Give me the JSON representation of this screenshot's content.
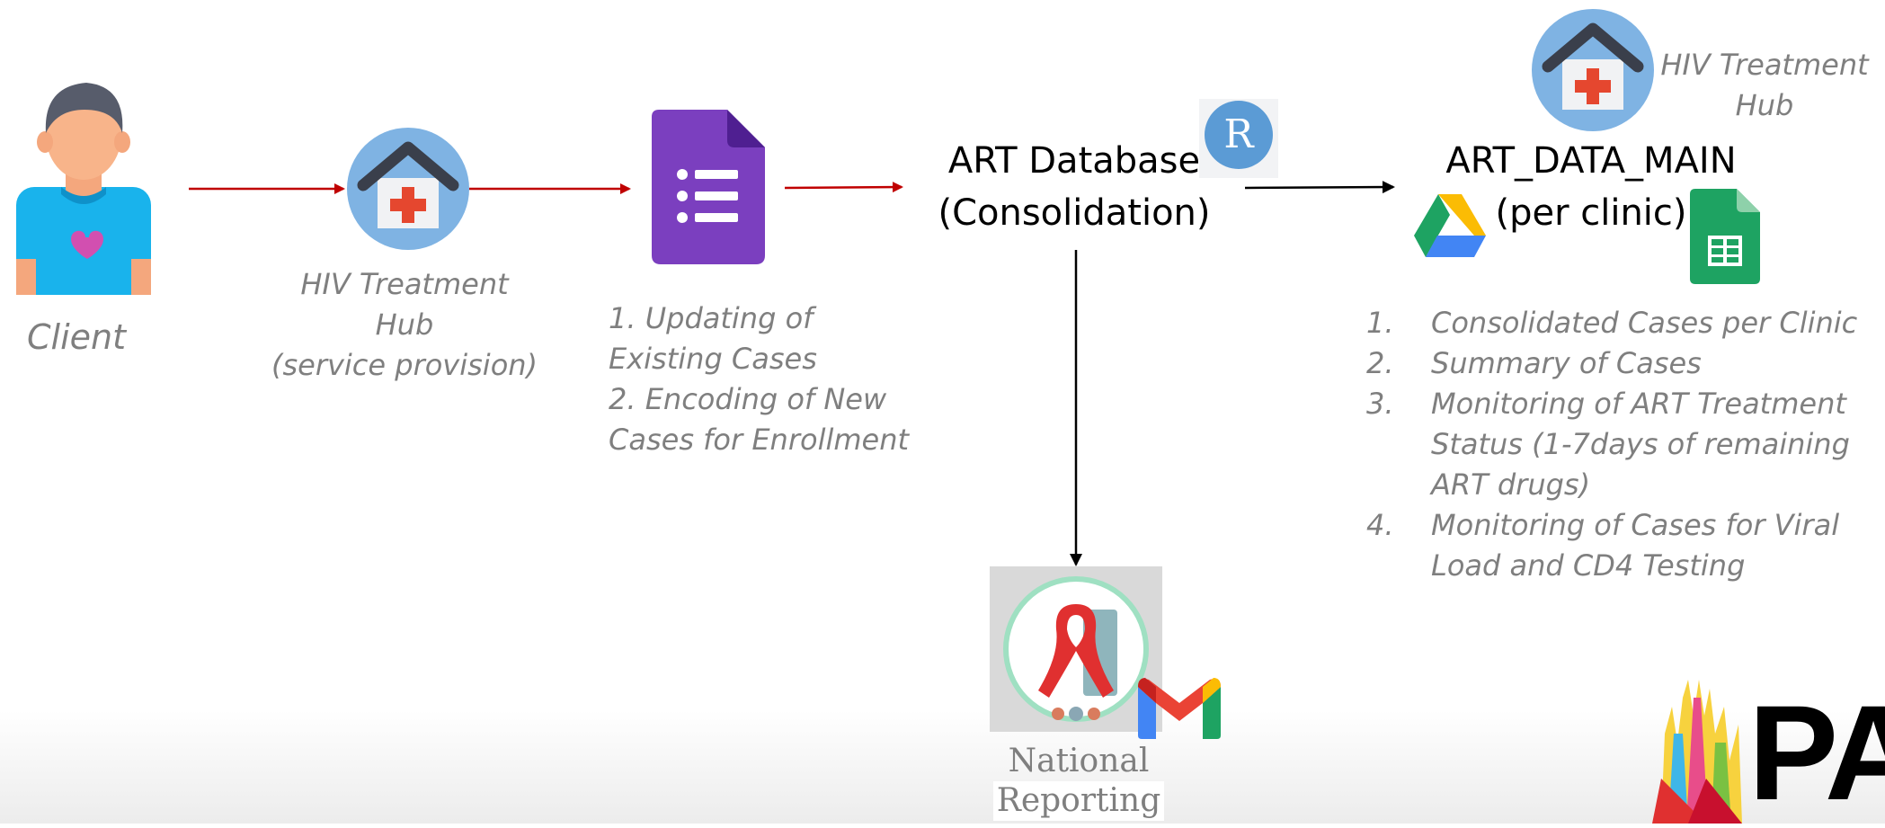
{
  "nodes": {
    "client": {
      "label": "Client"
    },
    "hub": {
      "line1": "HIV Treatment",
      "line2": "Hub",
      "line3": "(service provision)"
    },
    "form": {
      "items": [
        "1. Updating of",
        "Existing Cases",
        "2. Encoding of New",
        "Cases for Enrollment"
      ]
    },
    "art_database": {
      "line1": "ART Database",
      "line2": "(Consolidation)"
    },
    "art_data_main": {
      "line1": "ART_DATA_MAIN",
      "line2": "(per clinic)",
      "hub_line1": "HIV Treatment",
      "hub_line2": "Hub",
      "list": [
        {
          "num": "1.",
          "lines": [
            "Consolidated Cases per Clinic"
          ]
        },
        {
          "num": "2.",
          "lines": [
            "Summary of Cases"
          ]
        },
        {
          "num": "3.",
          "lines": [
            "Monitoring of ART Treatment",
            "Status (1-7days of remaining",
            "ART drugs)"
          ]
        },
        {
          "num": "4.",
          "lines": [
            "Monitoring of Cases for Viral",
            "Load and CD4 Testing"
          ]
        }
      ]
    },
    "national": {
      "line1": "National",
      "line2": "Reporting"
    }
  },
  "icons": {
    "r_logo": {
      "letter": "R"
    },
    "logo_partial": {
      "text": "PAI"
    }
  },
  "colors": {
    "arrow_red": "#c00000",
    "arrow_black": "#000000",
    "caption_gray": "#7f7f7f",
    "hub_circle": "#7fb3e3",
    "form_purple": "#7b3fbf",
    "sheets_green": "#1ea362",
    "r_blue": "#5b9bd5",
    "ribbon_red": "#e03030"
  }
}
